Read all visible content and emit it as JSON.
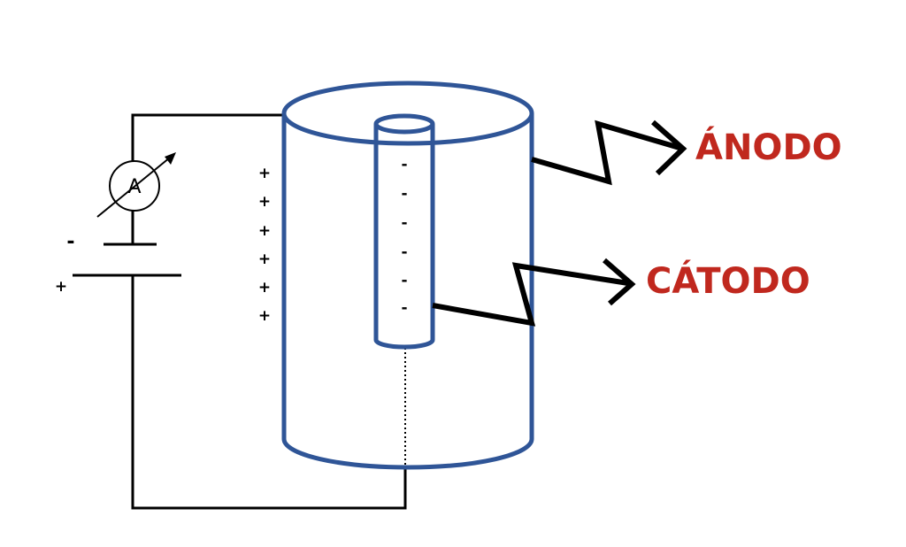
{
  "labels": {
    "anode": "ÁNODO",
    "cathode": "CÁTODO",
    "ammeter_symbol": "A",
    "battery_negative": "-",
    "battery_positive": "+",
    "outer_charge": [
      "+",
      "+",
      "+",
      "+",
      "+",
      "+"
    ],
    "inner_charge": [
      "-",
      "-",
      "-",
      "-",
      "-",
      "-"
    ]
  },
  "colors": {
    "label": "#c0281e",
    "tube": "#2f5597",
    "wire": "#000000"
  }
}
